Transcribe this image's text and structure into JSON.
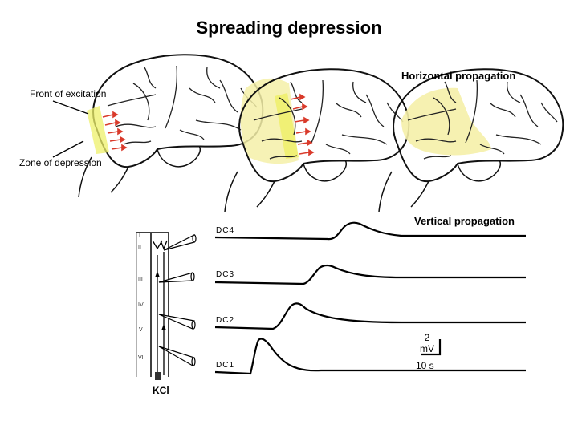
{
  "title": "Spreading depression",
  "labels": {
    "horizontal": "Horizontal propagation",
    "front": "Front of excitation",
    "zone": "Zone of depression",
    "vertical": "Vertical propagation",
    "kcl": "KCl"
  },
  "channels": [
    "DC4",
    "DC3",
    "DC2",
    "DC1"
  ],
  "layers": [
    "I",
    "II",
    "III",
    "IV",
    "V",
    "VI"
  ],
  "scale": {
    "voltage_value": "2",
    "voltage_unit": "mV",
    "time": "10 s"
  },
  "colors": {
    "highlight": "#f5f0a8",
    "band": "#eef06a",
    "arrow": "#d93a2b",
    "line": "#000000"
  }
}
